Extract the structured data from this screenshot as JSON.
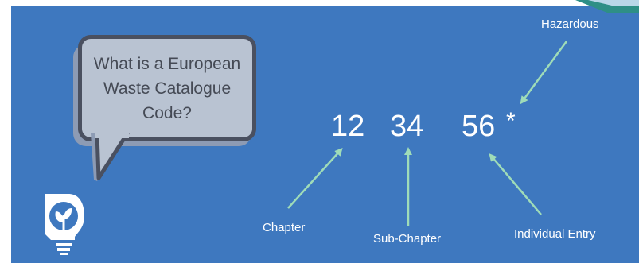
{
  "bubble": {
    "line1": "What is a European",
    "line2": "Waste Catalogue",
    "line3": "Code?"
  },
  "code": {
    "part1": "12",
    "part2": "34",
    "part3": "56",
    "marker": "*"
  },
  "labels": {
    "hazardous": "Hazardous",
    "chapter": "Chapter",
    "sub_chapter": "Sub-Chapter",
    "individual_entry": "Individual Entry"
  },
  "colors": {
    "background": "#3e78bf",
    "arrow": "#9fdcb8",
    "bubble_fill": "#b9c3d2",
    "bubble_border": "#4a5060",
    "accent_teal": "#2e8f86"
  },
  "icons": {
    "logo": "lightbulb-with-leaves-icon"
  }
}
